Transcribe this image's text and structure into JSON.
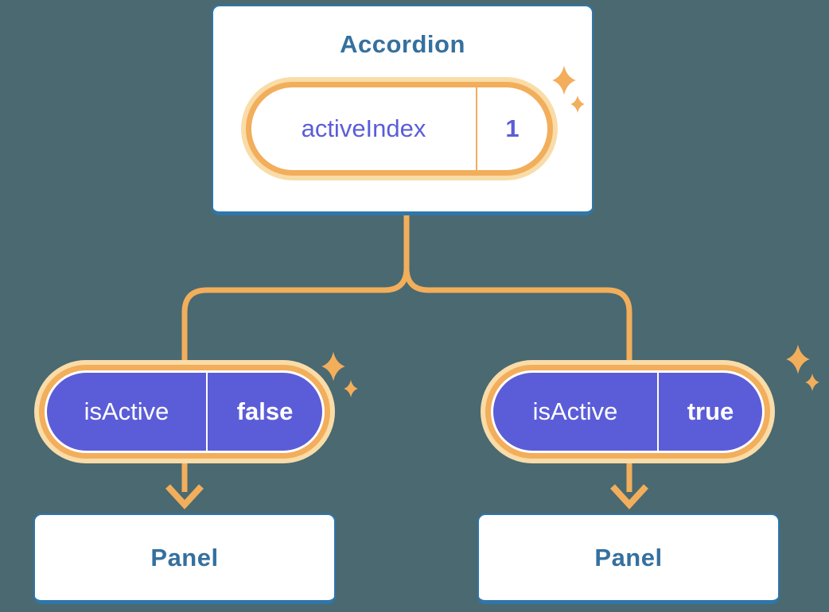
{
  "diagram": {
    "description": "Component tree diagram: Accordion holding state, passing isActive props to two Panels",
    "root": {
      "title": "Accordion",
      "state": {
        "key": "activeIndex",
        "value": "1"
      }
    },
    "children": [
      {
        "prop": {
          "key": "isActive",
          "value": "false"
        },
        "panel_title": "Panel"
      },
      {
        "prop": {
          "key": "isActive",
          "value": "true"
        },
        "panel_title": "Panel"
      }
    ],
    "icons": [
      "sparkle-icon"
    ],
    "colors": {
      "background": "#4A6971",
      "box_fill": "#FFFFFF",
      "box_border_blue": "#2F76AA",
      "title_blue": "#35709E",
      "accent_orange": "#F2AE5B",
      "halo_peach": "#F9DCA8",
      "state_purple": "#5B5DD8",
      "pill_text_on_purple": "#FFFFFF"
    }
  }
}
